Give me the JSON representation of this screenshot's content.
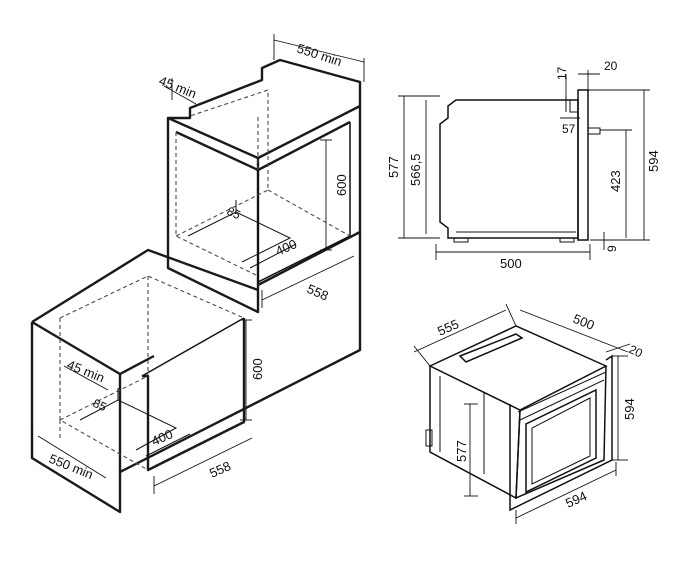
{
  "labels": {
    "top_width": "550 min",
    "top_depth": "45 min",
    "top_height": "600",
    "top_inner_small": "85",
    "top_inner_width": "400",
    "top_front_width": "558",
    "bottom_width": "550 min",
    "bottom_depth": "45 min",
    "bottom_height": "600",
    "bottom_inner_small": "85",
    "bottom_inner_width": "400",
    "bottom_front_width": "558",
    "side_dim_17": "17",
    "side_dim_20": "20",
    "side_dim_57": "57",
    "side_dim_577": "577",
    "side_dim_5665": "566,5",
    "side_dim_423": "423",
    "side_dim_594": "594",
    "side_dim_9": "9",
    "side_dim_500": "500",
    "iso_dim_555": "555",
    "iso_dim_500": "500",
    "iso_dim_20": "20",
    "iso_dim_594_h": "594",
    "iso_dim_577": "577",
    "iso_dim_594_w": "594"
  }
}
